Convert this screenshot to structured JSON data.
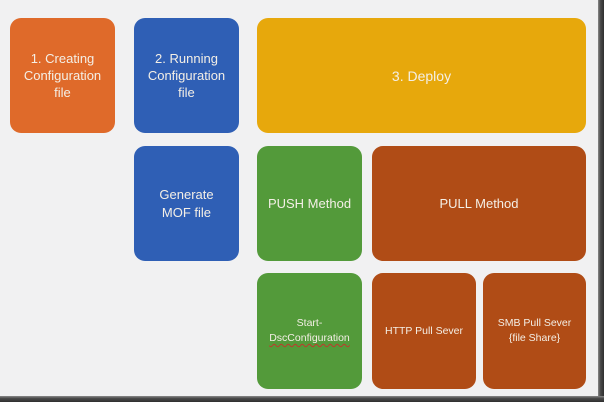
{
  "diagram": {
    "title": "DSC Configuration Workflow",
    "steps": {
      "create": {
        "label": "1. Creating\nConfiguration\nfile",
        "color": "#df6a2a"
      },
      "run": {
        "label": "2. Running\nConfiguration\nfile",
        "color": "#2f5fb5"
      },
      "deploy": {
        "label": "3. Deploy",
        "color": "#e7a80c"
      },
      "mof": {
        "label": "Generate\nMOF file",
        "color": "#2f5fb5"
      },
      "push": {
        "label": "PUSH Method",
        "color": "#539a3a"
      },
      "pull": {
        "label": "PULL Method",
        "color": "#b04c16"
      },
      "start_line1": "Start-",
      "start_line2": "DscConfiguration",
      "http": {
        "label": "HTTP Pull Sever",
        "color": "#b04c16"
      },
      "smb": {
        "label": "SMB Pull Sever\n{file Share}",
        "color": "#b04c16"
      }
    }
  }
}
